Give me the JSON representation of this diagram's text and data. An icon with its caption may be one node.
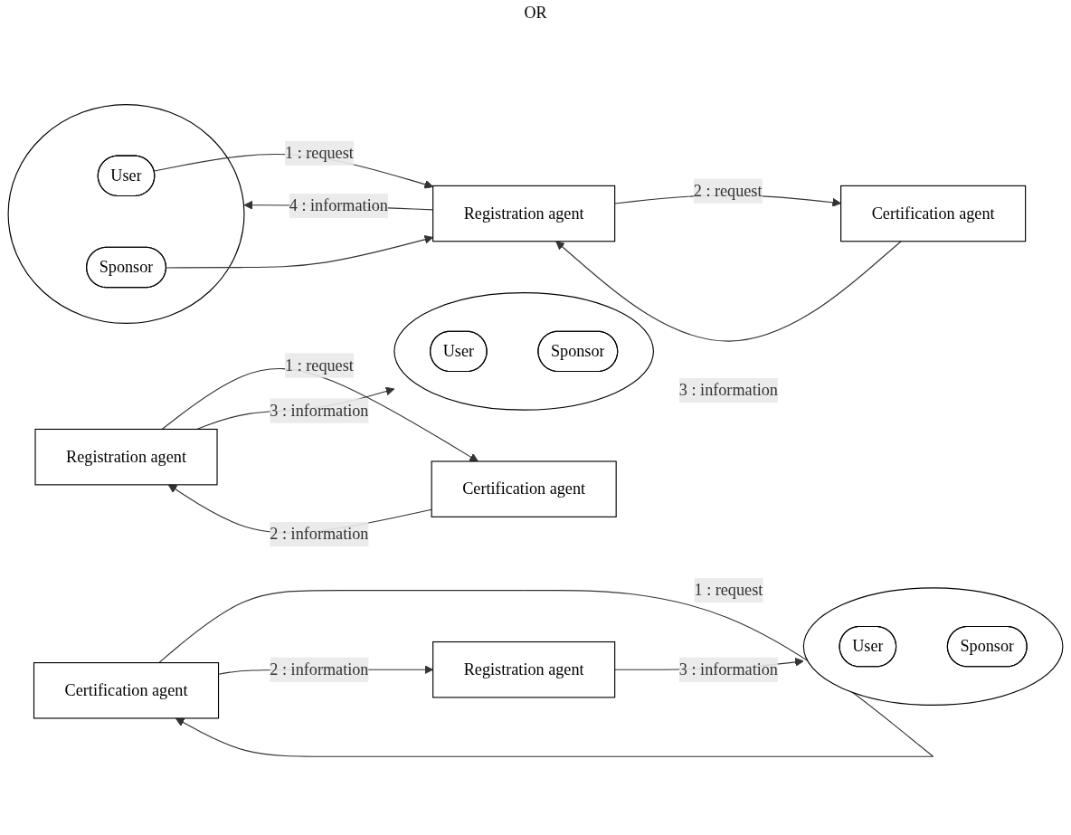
{
  "diagram": {
    "nodes": [
      {
        "text": [],
        "shape": "ellipse"
      },
      {
        "text": [
          "User"
        ],
        "in": 0
      },
      {
        "text": [
          "Sponsor"
        ],
        "in": 0
      },
      {
        "text": [
          "Registration agent"
        ]
      },
      {
        "text": [
          "Certification agent"
        ]
      },
      {
        "text": [],
        "shape": "ellipse"
      },
      {
        "text": [
          "User"
        ],
        "in": 5
      },
      {
        "text": [
          "Sponsor"
        ],
        "in": 5
      },
      {
        "text": [
          "Registration agent"
        ]
      },
      {
        "text": [
          "Certification agent"
        ]
      },
      {
        "text": [],
        "shape": "ellipse"
      },
      {
        "text": [
          "User"
        ],
        "in": 10
      },
      {
        "text": [
          "Sponsor"
        ],
        "in": 10
      },
      {
        "text": [
          "Registration agent"
        ]
      },
      {
        "text": [
          "Certification agent"
        ]
      }
    ],
    "edges": [
      {
        "from": 1,
        "to": 3,
        "arrow": "to",
        "label": "1 : request"
      },
      {
        "from": 2,
        "to": 3,
        "arrow": "to"
      },
      {
        "from": 3,
        "to": 4,
        "arrow": "to",
        "label": "2 : request"
      },
      {
        "from": 4,
        "to": 3,
        "arrow": "to",
        "label": "3 : information"
      },
      {
        "from": 3,
        "to": 0,
        "arrow": "to",
        "label": "4 : information"
      },
      {
        "from": 8,
        "to": 9,
        "arrow": "to",
        "label": "1 : request"
      },
      {
        "from": 9,
        "to": 8,
        "arrow": "to",
        "label": "2 : information"
      },
      {
        "from": 8,
        "to": 5,
        "arrow": "to",
        "label": "3 : information"
      },
      {
        "from": 14,
        "to": 14,
        "arrow": "to",
        "label": "1 : request"
      },
      {
        "from": 14,
        "to": 13,
        "arrow": "to",
        "label": "2 : information"
      },
      {
        "from": 13,
        "to": 10,
        "arrow": "to",
        "label": "3 : information"
      }
    ],
    "labels": [
      "OR"
    ]
  }
}
